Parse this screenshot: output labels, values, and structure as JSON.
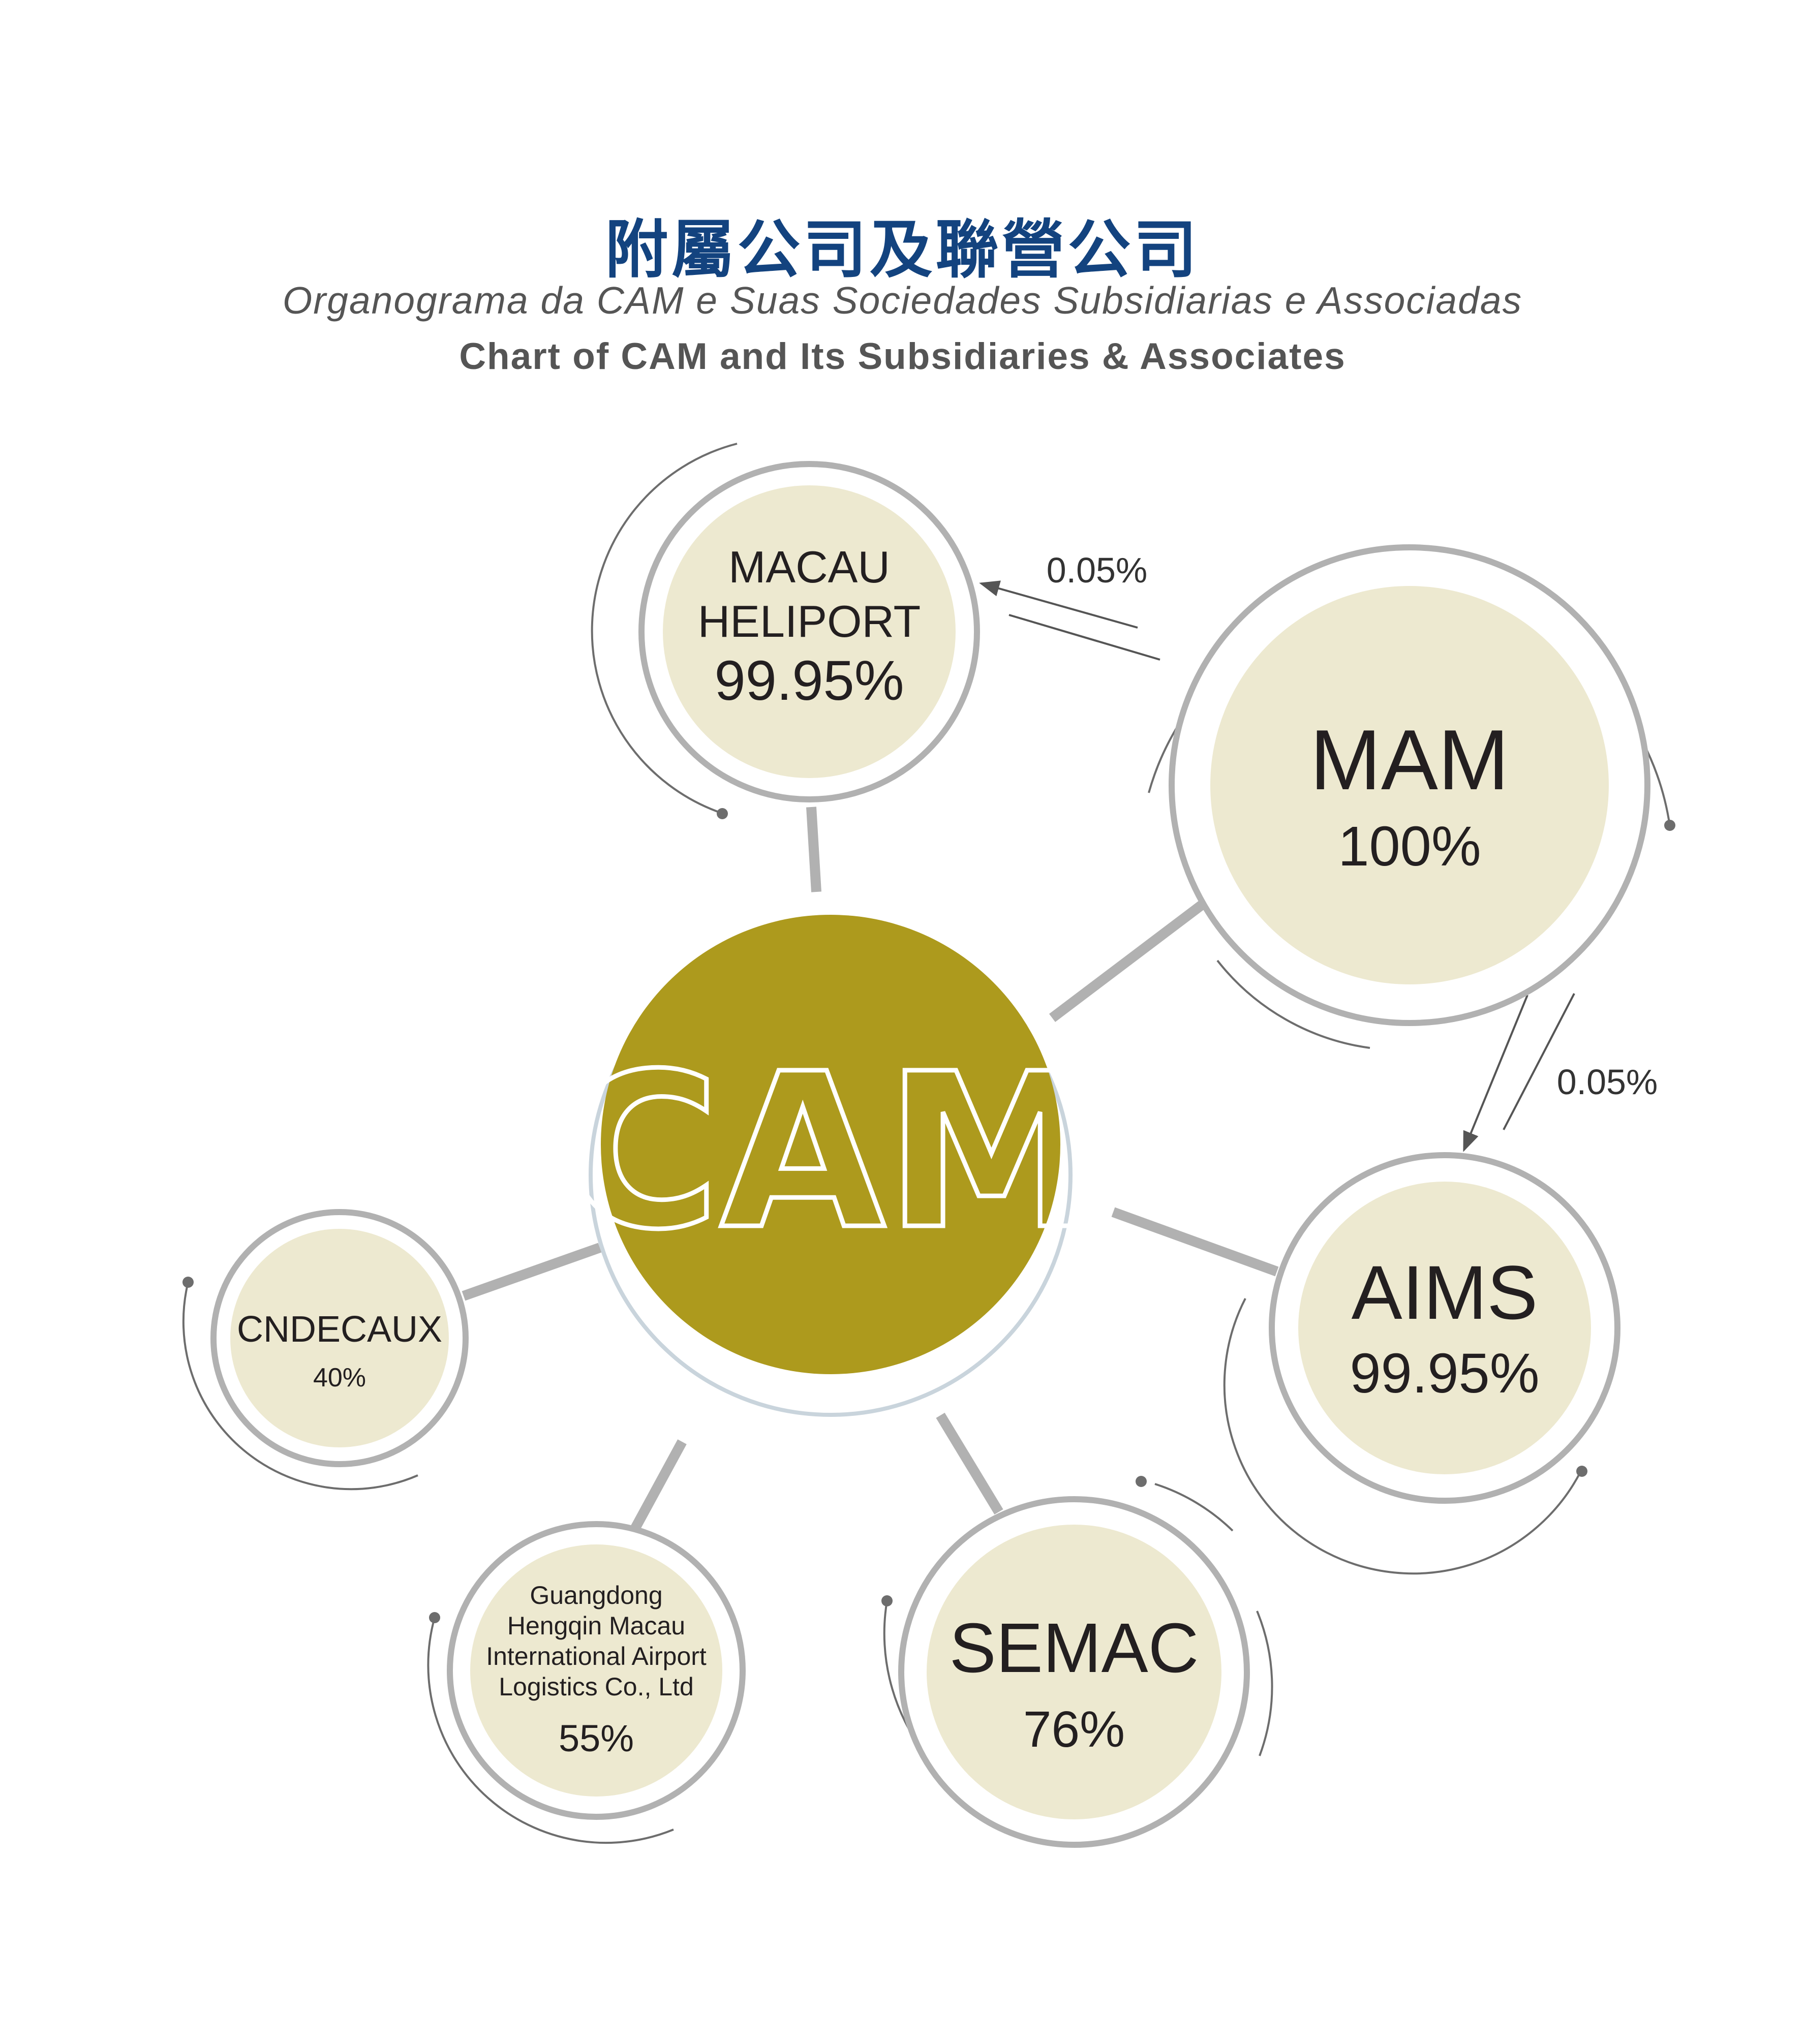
{
  "header": {
    "title_zh": "附屬公司及聯營公司",
    "title_pt": "Organograma da CAM e Suas Sociedades Subsidiarias e Associadas",
    "title_en": "Chart of CAM and Its Subsidiaries & Associates"
  },
  "center": {
    "name": "CAM"
  },
  "nodes": {
    "macau_heliport": {
      "name_line1": "MACAU",
      "name_line2": "HELIPORT",
      "share": "99.95%"
    },
    "mam": {
      "name": "MAM",
      "share": "100%"
    },
    "aims": {
      "name": "AIMS",
      "share": "99.95%"
    },
    "semac": {
      "name": "SEMAC",
      "share": "76%"
    },
    "guangdong": {
      "line1": "Guangdong",
      "line2": "Hengqin Macau",
      "line3": "International Airport",
      "line4": "Logistics Co., Ltd",
      "share": "55%"
    },
    "cndecaux": {
      "name": "CNDECAUX",
      "share": "40%"
    }
  },
  "cross_holdings": {
    "mam_to_heliport": "0.05%",
    "mam_to_aims": "0.05%"
  },
  "colors": {
    "title_blue": "#13437f",
    "cam_olive": "#ad9a1d",
    "node_fill": "#ede9d0",
    "ring_grey": "#b1b1b1",
    "arc_grey": "#6d6d6d"
  }
}
